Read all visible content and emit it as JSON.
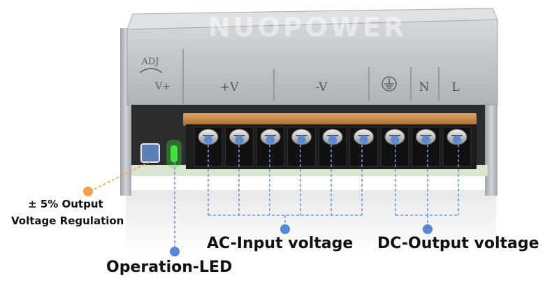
{
  "scene": {
    "watermark": "NUOPOWER",
    "adj_label": "ADJ",
    "adj_symbol": "V+",
    "terminal_labels": [
      "+V",
      "-V",
      "N",
      "L"
    ],
    "ground_symbol": "ground-icon",
    "terminal_count": 9
  },
  "annotations": {
    "regulation_line1": "± 5%  Output",
    "regulation_line2": "Voltage Regulation",
    "ac_input": "AC-Input voltage",
    "dc_output": "DC-Output voltage",
    "operation_led": "Operation-LED"
  },
  "colors": {
    "regulation_marker": "#f2a24a",
    "terminal_marker": "#5a86d6",
    "led_green": "#3ee23a",
    "casing": "#c9cdd1",
    "terminal_block": "#1c1c1c",
    "copper_bar": "#c58a4a"
  }
}
